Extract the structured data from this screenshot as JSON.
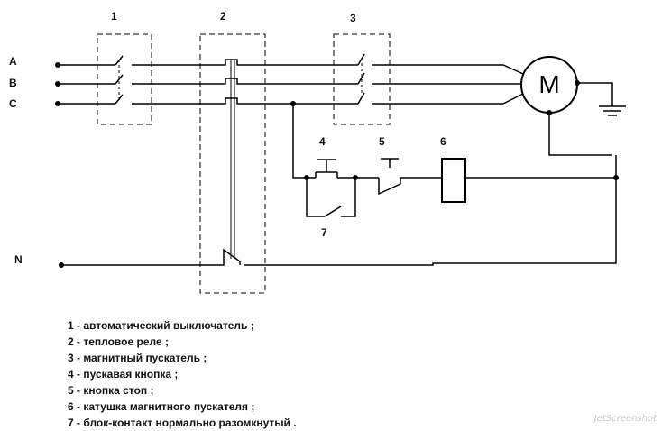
{
  "block_labels": {
    "breaker": "1",
    "thermal_relay": "2",
    "starter": "3",
    "start_button": "4",
    "stop_button": "5",
    "coil": "6",
    "aux_contact": "7"
  },
  "phase_labels": {
    "a": "A",
    "b": "B",
    "c": "C",
    "n": "N"
  },
  "motor_symbol": "M",
  "legend": [
    "1 - автоматический выключатель ;",
    "2 - тепловое реле ;",
    "3 - магнитный пускатель ;",
    "4 - пускавая кнопка ;",
    "5 - кнопка стоп ;",
    "6 - катушка магнитного пускателя ;",
    "7 - блок-контакт нормально разомкнутый ."
  ],
  "watermark": "JetScreenshot",
  "colors": {
    "line": "#000000",
    "background": "#ffffff",
    "watermark": "#c6c6c6"
  }
}
